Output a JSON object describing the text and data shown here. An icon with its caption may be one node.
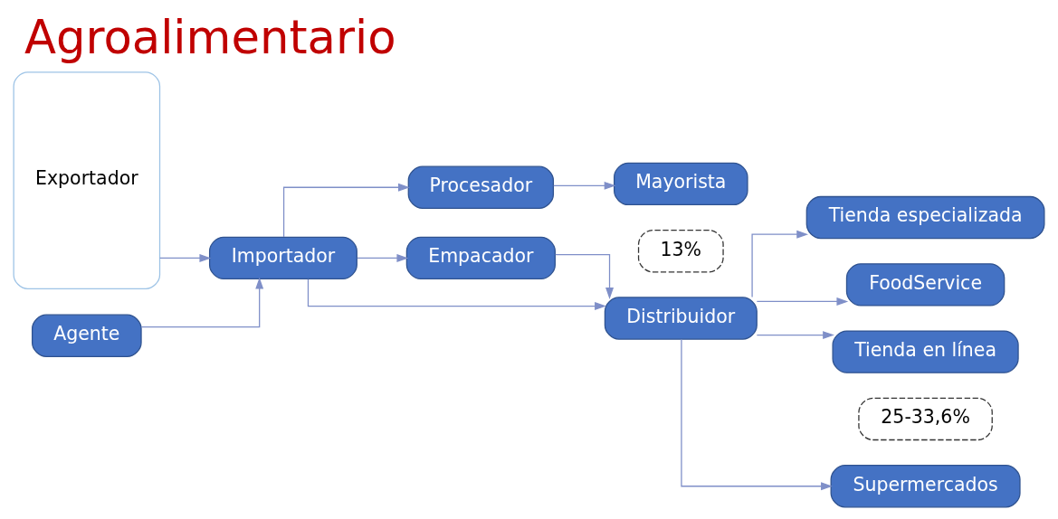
{
  "diagram": {
    "title": "Agroalimentario",
    "nodes": [
      {
        "text": [
          "Exportador"
        ]
      },
      {
        "text": [
          "Agente"
        ]
      },
      {
        "text": [
          "Importador"
        ]
      },
      {
        "text": [
          "Procesador"
        ]
      },
      {
        "text": [
          "Empacador"
        ]
      },
      {
        "text": [
          "Distribuidor"
        ]
      },
      {
        "text": [
          "Mayorista"
        ]
      },
      {
        "text": [
          "Supermercados"
        ]
      },
      {
        "text": [
          "Tienda especializada"
        ]
      },
      {
        "text": [
          "FoodService"
        ]
      },
      {
        "text": [
          "Tienda en línea"
        ]
      },
      {
        "text": [
          "25-33,6%"
        ]
      },
      {
        "text": [
          "13%"
        ]
      }
    ],
    "edges": [
      {
        "from": 0,
        "to": 2,
        "arrow": "to"
      },
      {
        "from": 1,
        "to": 2,
        "arrow": "to"
      },
      {
        "from": 2,
        "to": 3,
        "arrow": "to"
      },
      {
        "from": 2,
        "to": 4,
        "arrow": "to"
      },
      {
        "from": 2,
        "to": 5,
        "arrow": "to"
      },
      {
        "from": 4,
        "to": 5,
        "arrow": "to"
      },
      {
        "from": 3,
        "to": 6,
        "arrow": "to"
      },
      {
        "from": 5,
        "to": 7,
        "arrow": "to"
      },
      {
        "from": 5,
        "to": 8,
        "arrow": "to"
      },
      {
        "from": 5,
        "to": 9,
        "arrow": "to"
      },
      {
        "from": 5,
        "to": 10,
        "arrow": "to"
      }
    ]
  }
}
